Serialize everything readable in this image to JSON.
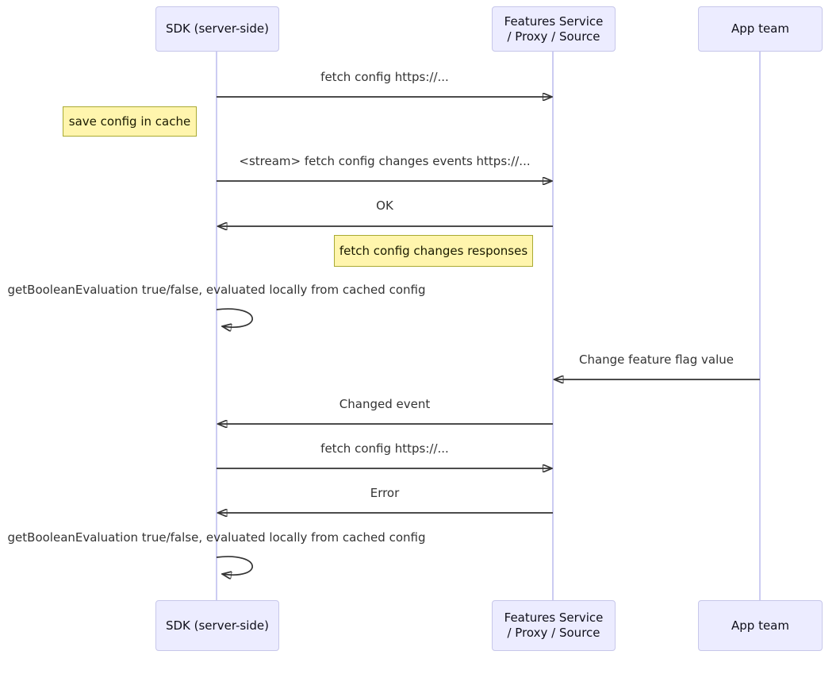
{
  "diagram_type": "sequence-diagram",
  "colors": {
    "actor_fill": "#ECECFF",
    "actor_border": "#C7C7EA",
    "note_fill": "#FFF5AD",
    "note_border": "#AAAA33",
    "signal_line": "#333333",
    "lifeline": "#CCCCF2",
    "message_text": "#333333"
  },
  "actors": {
    "sdk": {
      "label": "SDK (server-side)"
    },
    "features": {
      "line1": "Features Service",
      "line2": "/ Proxy / Source"
    },
    "app": {
      "label": "App team"
    }
  },
  "messages": {
    "m1": {
      "from": "sdk",
      "to": "features",
      "style": "solid",
      "label": "fetch config https://..."
    },
    "m2": {
      "from": "sdk",
      "to": "features",
      "style": "solid",
      "label": "<stream> fetch config changes events https://..."
    },
    "m3": {
      "from": "features",
      "to": "sdk",
      "style": "solid",
      "label": "OK"
    },
    "m4": {
      "type": "self",
      "actor": "sdk",
      "label": "getBooleanEvaluation true/false, evaluated locally from cached config"
    },
    "m5": {
      "from": "app",
      "to": "features",
      "style": "solid",
      "label": "Change feature flag value"
    },
    "m6": {
      "from": "features",
      "to": "sdk",
      "style": "solid",
      "label": "Changed event"
    },
    "m7": {
      "from": "sdk",
      "to": "features",
      "style": "solid",
      "label": "fetch config https://..."
    },
    "m8": {
      "from": "features",
      "to": "sdk",
      "style": "solid",
      "label": "Error"
    },
    "m9": {
      "type": "self",
      "actor": "sdk",
      "label": "getBooleanEvaluation true/false, evaluated locally from cached config"
    }
  },
  "notes": {
    "n1": {
      "position": "left-of-sdk",
      "label": "save config in cache"
    },
    "n2": {
      "position": "left-of-features",
      "label": "fetch config changes responses"
    }
  }
}
